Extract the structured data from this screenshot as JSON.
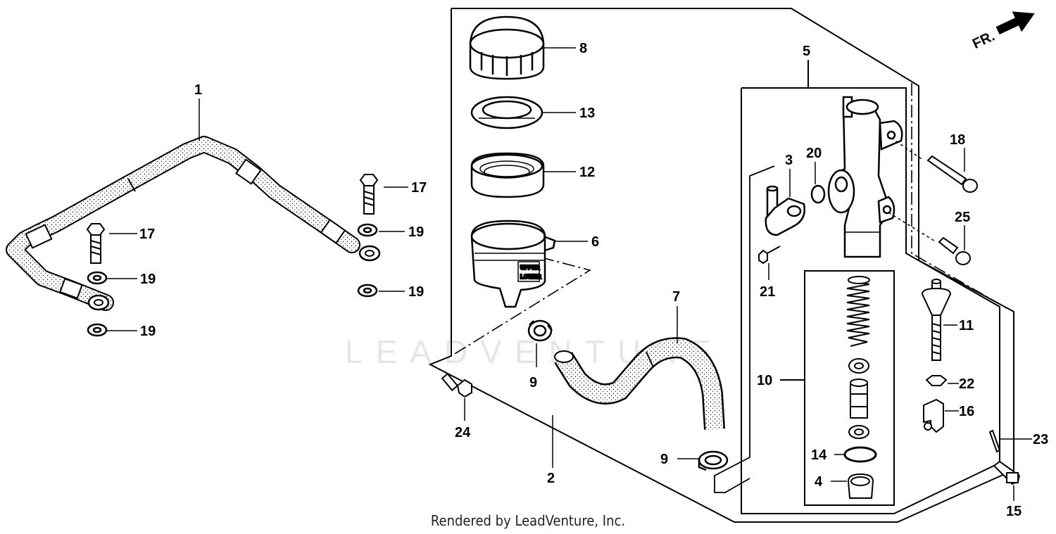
{
  "diagram": {
    "part_labels": {
      "p1": "1",
      "p2": "2",
      "p3": "3",
      "p4": "4",
      "p5": "5",
      "p6": "6",
      "p7": "7",
      "p8": "8",
      "p9a": "9",
      "p9b": "9",
      "p10": "10",
      "p11": "11",
      "p12": "12",
      "p13": "13",
      "p14": "14",
      "p15": "15",
      "p16": "16",
      "p17a": "17",
      "p17b": "17",
      "p18": "18",
      "p19a": "19",
      "p19b": "19",
      "p19c": "19",
      "p19d": "19",
      "p20": "20",
      "p21": "21",
      "p22": "22",
      "p23": "23",
      "p24": "24",
      "p25": "25"
    },
    "direction_label": "FR.",
    "reservoir_marking_upper": "UPPER",
    "reservoir_marking_lower": "LOWER",
    "watermark": "LEADVENTURE"
  },
  "footer": {
    "credit": "Rendered by LeadVenture, Inc."
  }
}
